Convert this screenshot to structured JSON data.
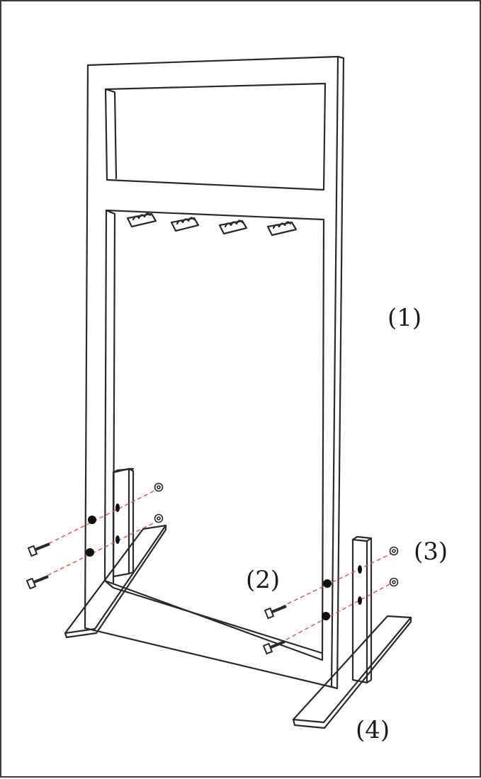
{
  "diagram": {
    "labels": {
      "part_1": "(1)",
      "part_2": "(2)",
      "part_3": "(3)",
      "part_4": "(4)"
    },
    "colors": {
      "line": "#2a2a2a",
      "dashed_guide": "#d9534f",
      "hole": "#111111",
      "background": "#ffffff"
    },
    "icons": {
      "hooks": "wall-hook-icon",
      "bolts": "bolt-icon",
      "nuts": "nut-icon"
    }
  }
}
